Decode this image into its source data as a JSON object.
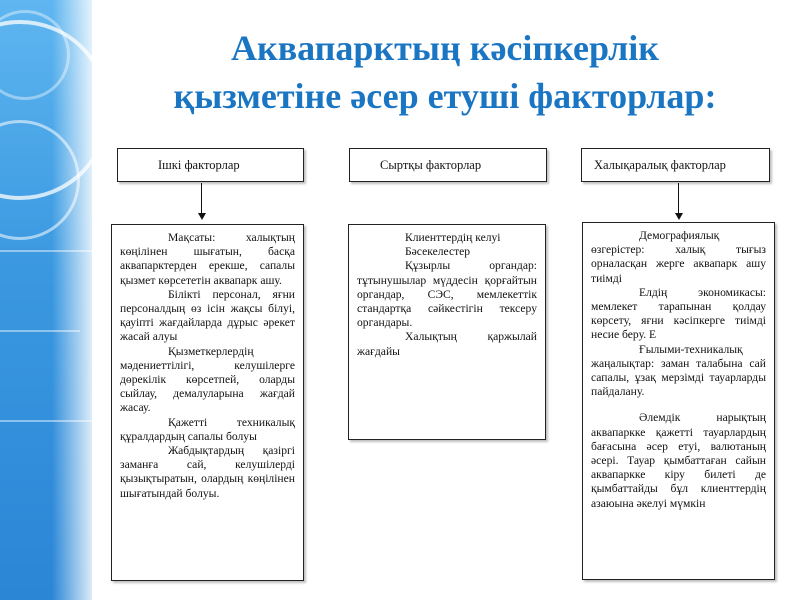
{
  "title": {
    "line1": "Аквапарктың кәсіпкерлік",
    "line2": "қызметіне әсер етуші факторлар:"
  },
  "columns": {
    "internal": {
      "header": "Ішкі факторлар",
      "paragraphs": [
        "Мақсаты: халықтың көңілінен шығатын, басқа аквапарктерден ерекше, сапалы қызмет көрсететін аквапарк ашу.",
        "Білікті персонал, яғни персоналдың өз ісін жақсы білуі, қауіпті жағдайларда дұрыс әрекет жасай алуы",
        "Қызметкерлердің мәдениеттілігі, келушілерге дөрекілік көрсетпей, оларды сыйлау, демалуларына жағдай жасау.",
        "Қажетті техникалық құралдардың сапалы болуы",
        "Жабдықтардың қазіргі заманға сай, келушілерді қызықтыратын, олардың көңілінен шығатындай болуы."
      ]
    },
    "external": {
      "header": "Сыртқы факторлар",
      "paragraphs": [
        "Клиенттердің келуі",
        "Бәсекелестер",
        "Құзырлы органдар: тұтынушылар мүддесін қорғайтын органдар, СЭС, мемлекеттік стандартқа сәйкестігін тексеру органдары.",
        "Халықтың қаржылай жағдайы"
      ]
    },
    "international": {
      "header": "Халықаралық факторлар",
      "paragraphs": [
        "Демографиялық өзгерістер: халық тығыз орналасқан жерге аквапарк ашу тиімді",
        "Елдің экономикасы: мемлекет тарапынан қолдау көрсету, яғни кәсіпкерге тиімді несие беру. Е",
        "Ғылыми-техникалық жаңалықтар: заман талабына сай сапалы, ұзақ мерзімді тауарларды пайдалану.",
        "Әлемдік нарықтың аквапаркке қажетті тауарлардың бағасына әсер етуі, валютаның әсері. Тауар қымбаттаған сайын аквапаркке кіру билеті де қымбаттайды бұл клиенттердің азаюына әкелуі мүмкін"
      ]
    }
  },
  "colors": {
    "title": "#1a76c2",
    "band": "#3a98e0"
  }
}
